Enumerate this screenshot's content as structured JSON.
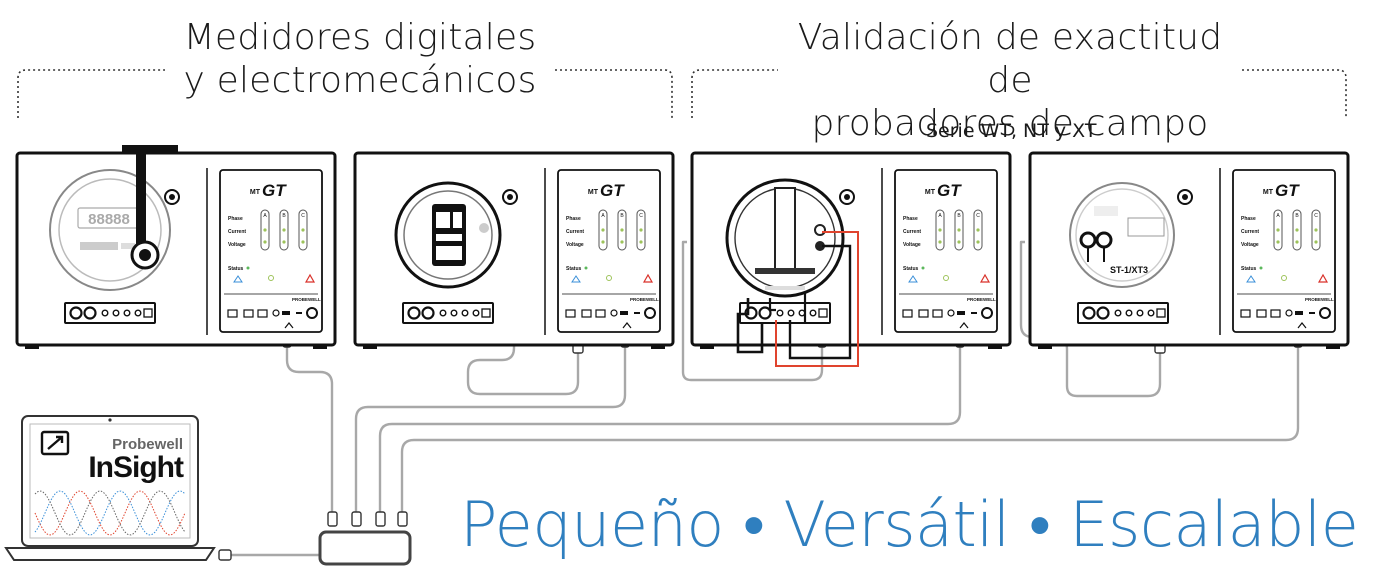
{
  "headings": {
    "left_line1": "Medidores digitales",
    "left_line2": "y electromecánicos",
    "right_line1": "Validación de exactitud de",
    "right_line2": "probadores de campo",
    "series": "Serie WT, NT y XT"
  },
  "units": [
    {
      "logo": "MT",
      "logo2": "GT",
      "row1": "Phase",
      "row2": "Current",
      "row3": "Voltage",
      "status": "Status",
      "colA": "A",
      "colB": "B",
      "colC": "C",
      "brand": "PROBEWELL"
    },
    {
      "logo": "MT",
      "logo2": "GT",
      "row1": "Phase",
      "row2": "Current",
      "row3": "Voltage",
      "status": "Status",
      "colA": "A",
      "colB": "B",
      "colC": "C",
      "brand": "PROBEWELL"
    },
    {
      "logo": "MT",
      "logo2": "GT",
      "row1": "Phase",
      "row2": "Current",
      "row3": "Voltage",
      "status": "Status",
      "colA": "A",
      "colB": "B",
      "colC": "C",
      "brand": "PROBEWELL"
    },
    {
      "logo": "MT",
      "logo2": "GT",
      "row1": "Phase",
      "row2": "Current",
      "row3": "Voltage",
      "status": "Status",
      "colA": "A",
      "colB": "B",
      "colC": "C",
      "brand": "PROBEWELL"
    }
  ],
  "meter_display": "88888",
  "tester_label": "ST-1/XT3",
  "laptop": {
    "brand": "Probewell",
    "product": "InSight"
  },
  "slogan": "Pequeño • Versátil • Escalable",
  "colors": {
    "slogan": "#2f7fbf",
    "cable": "#a8a8a8",
    "red_lead": "#e0442e",
    "status_green": "#5cb85c",
    "status_blue": "#3a8fd8",
    "status_red": "#d9322b"
  }
}
